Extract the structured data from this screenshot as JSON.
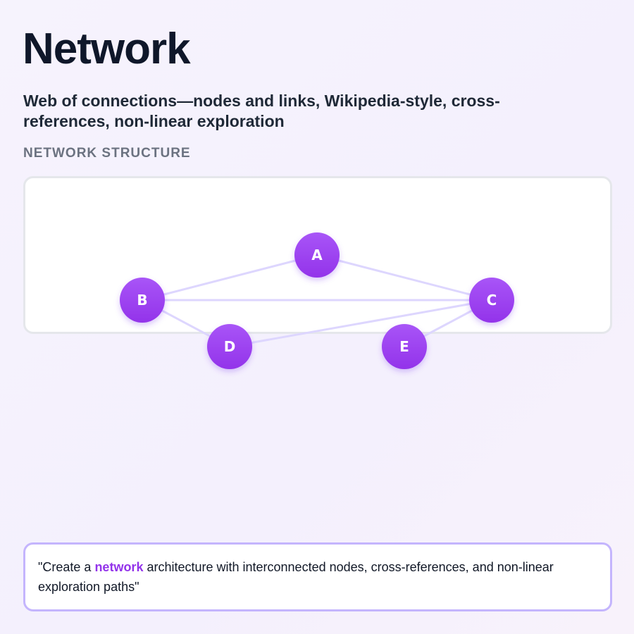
{
  "header": {
    "title": "Network",
    "subtitle": "Web of connections—nodes and links, Wikipedia-style, cross-references, non-linear exploration"
  },
  "section": {
    "label": "NETWORK STRUCTURE"
  },
  "diagram": {
    "nodes": [
      {
        "id": "A",
        "label": "A"
      },
      {
        "id": "B",
        "label": "B"
      },
      {
        "id": "C",
        "label": "C"
      },
      {
        "id": "D",
        "label": "D"
      },
      {
        "id": "E",
        "label": "E"
      }
    ],
    "links": [
      {
        "from": "B",
        "to": "A"
      },
      {
        "from": "A",
        "to": "C"
      },
      {
        "from": "B",
        "to": "C"
      },
      {
        "from": "B",
        "to": "D"
      },
      {
        "from": "D",
        "to": "C"
      },
      {
        "from": "E",
        "to": "C"
      }
    ],
    "colors": {
      "node_top": "#a855f7",
      "node_bottom": "#9333ea",
      "link": "#ddd6fe",
      "node_text": "#ffffff"
    }
  },
  "prompt": {
    "quote_open": "\"Create a ",
    "keyword": "network",
    "rest": " architecture with interconnected nodes, cross-references, and non-linear exploration paths\""
  }
}
